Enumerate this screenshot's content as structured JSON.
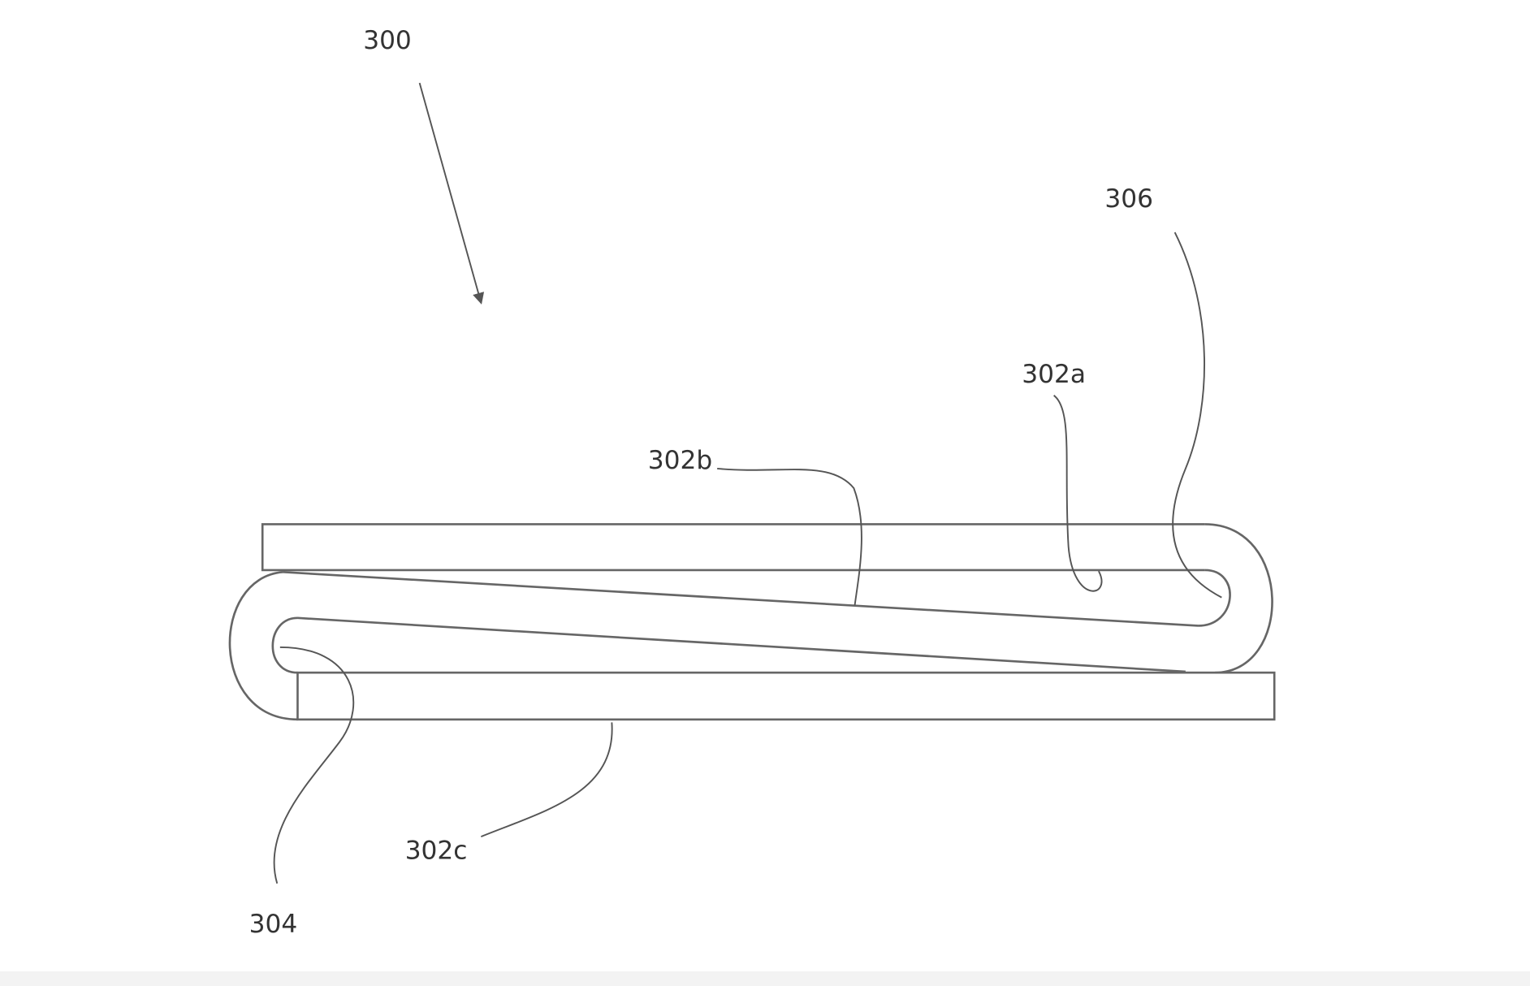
{
  "figure": {
    "reference_numeral": "300",
    "labels": {
      "hinge_right": "306",
      "upper_panel": "302a",
      "middle_panel": "302b",
      "lower_panel": "302c",
      "hinge_left": "304"
    },
    "colors": {
      "line": "#555555",
      "background": "#ffffff",
      "footer_band": "#f3f3f3"
    }
  }
}
